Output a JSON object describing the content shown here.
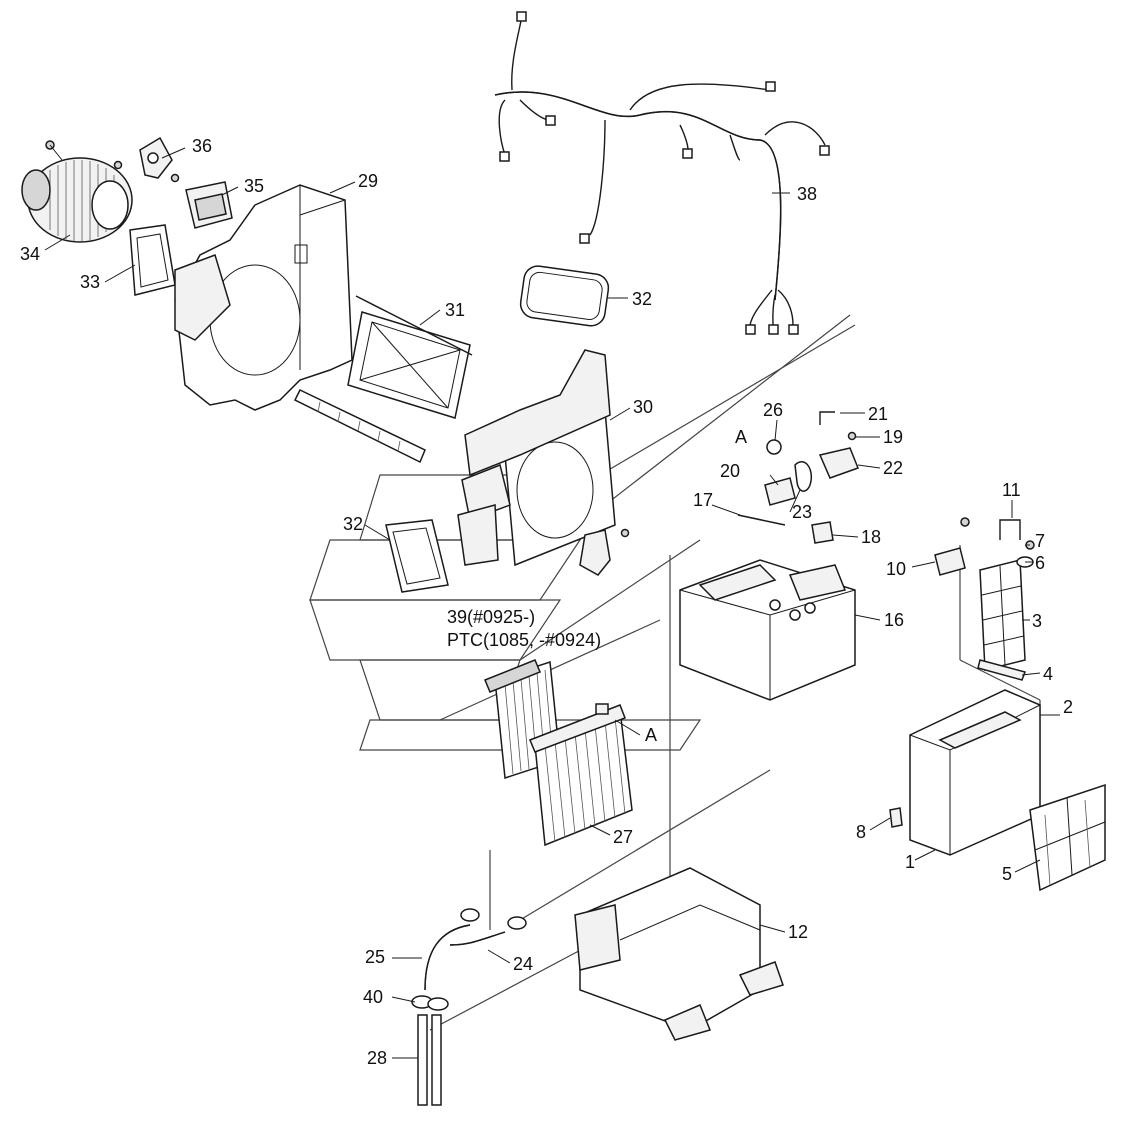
{
  "callouts": [
    {
      "label": "1"
    },
    {
      "label": "2"
    },
    {
      "label": "3"
    },
    {
      "label": "4"
    },
    {
      "label": "5"
    },
    {
      "label": "6"
    },
    {
      "label": "7"
    },
    {
      "label": "8"
    },
    {
      "label": "10"
    },
    {
      "label": "11"
    },
    {
      "label": "12"
    },
    {
      "label": "16"
    },
    {
      "label": "17"
    },
    {
      "label": "18"
    },
    {
      "label": "19"
    },
    {
      "label": "20"
    },
    {
      "label": "21"
    },
    {
      "label": "22"
    },
    {
      "label": "23"
    },
    {
      "label": "24"
    },
    {
      "label": "25"
    },
    {
      "label": "26"
    },
    {
      "label": "27"
    },
    {
      "label": "28"
    },
    {
      "label": "29"
    },
    {
      "label": "30"
    },
    {
      "label": "31"
    },
    {
      "label": "32"
    },
    {
      "label": "32"
    },
    {
      "label": "33"
    },
    {
      "label": "34"
    },
    {
      "label": "35"
    },
    {
      "label": "36"
    },
    {
      "label": "38"
    },
    {
      "label": "40"
    },
    {
      "label": "A"
    },
    {
      "label": "A"
    }
  ],
  "notes": {
    "line1": "39(#0925-)",
    "line2": "PTC(1085, -#0924)"
  }
}
